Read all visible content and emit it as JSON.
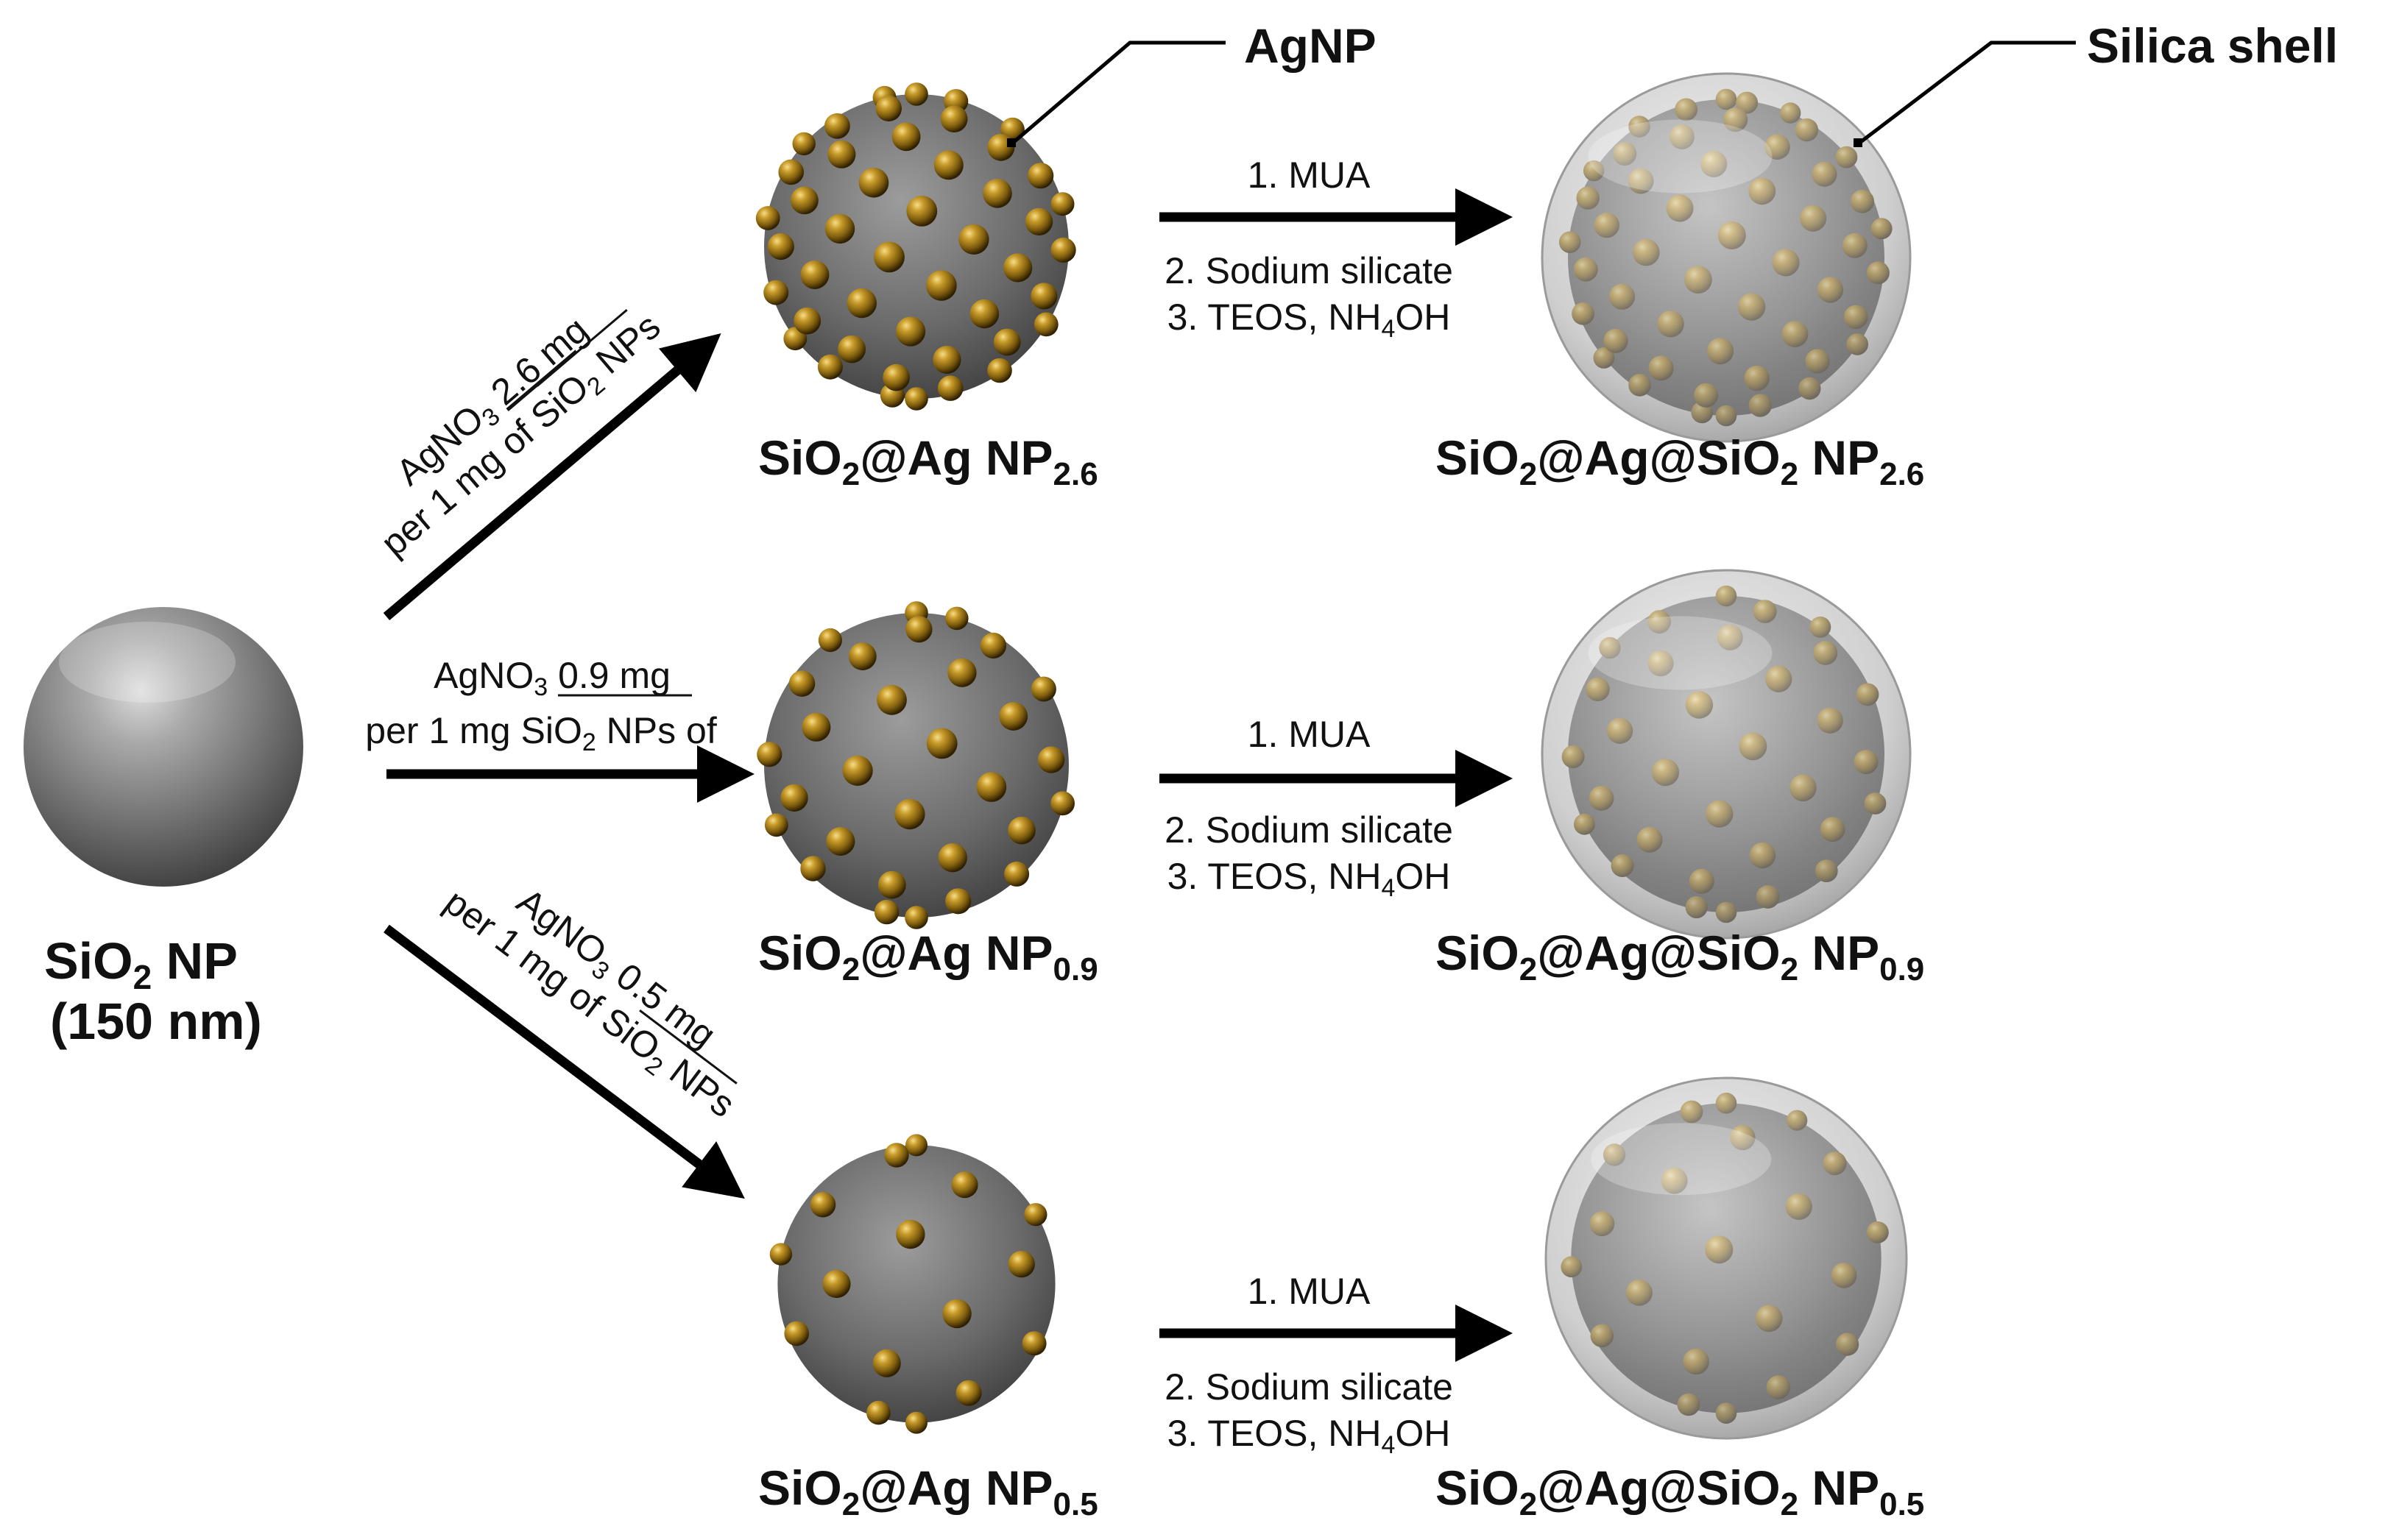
{
  "callouts": {
    "agnp": "AgNP",
    "silica_shell": "Silica shell"
  },
  "core": {
    "name_main": "SiO",
    "name_sub": "2",
    "name_tail": " NP",
    "size": "(150 nm)"
  },
  "rows": [
    {
      "cond_agno3_main": "AgNO",
      "cond_agno3_sub": "3",
      "cond_amount": "2.6 mg",
      "cond_line2_a": "per 1 mg of SiO",
      "cond_line2_sub": "2",
      "cond_line2_b": " NPs",
      "mid_main": "SiO",
      "mid_sub1": "2",
      "mid_tail": "@Ag NP",
      "mid_sub2": "2.6",
      "final_main": "SiO",
      "final_sub1": "2",
      "final_mid": "@Ag@SiO",
      "final_sub2": "2",
      "final_tail": " NP",
      "final_sub3": "2.6"
    },
    {
      "cond_agno3_main": "AgNO",
      "cond_agno3_sub": "3",
      "cond_amount": "0.9 mg",
      "cond_line2_a": "per 1 mg SiO",
      "cond_line2_sub": "2",
      "cond_line2_b": " NPs of",
      "mid_main": "SiO",
      "mid_sub1": "2",
      "mid_tail": "@Ag NP",
      "mid_sub2": "0.9",
      "final_main": "SiO",
      "final_sub1": "2",
      "final_mid": "@Ag@SiO",
      "final_sub2": "2",
      "final_tail": " NP",
      "final_sub3": "0.9"
    },
    {
      "cond_agno3_main": "AgNO",
      "cond_agno3_sub": "3",
      "cond_amount": "0.5 mg",
      "cond_line2_a": "per 1 mg of SiO",
      "cond_line2_sub": "2",
      "cond_line2_b": " NPs",
      "mid_main": "SiO",
      "mid_sub1": "2",
      "mid_tail": "@Ag NP",
      "mid_sub2": "0.5",
      "final_main": "SiO",
      "final_sub1": "2",
      "final_mid": "@Ag@SiO",
      "final_sub2": "2",
      "final_tail": " NP",
      "final_sub3": "0.5"
    }
  ],
  "steps": {
    "step1": "1. MUA",
    "step2": "2. Sodium silicate",
    "step3_main": "3. TEOS, NH",
    "step3_sub": "4",
    "step3_tail": "OH"
  },
  "colors": {
    "gold": "#8a6a12",
    "gold_light": "#e8c552",
    "gold_dark": "#3a2804",
    "core_grey": "#6e6e6e",
    "arrow": "#000000"
  }
}
